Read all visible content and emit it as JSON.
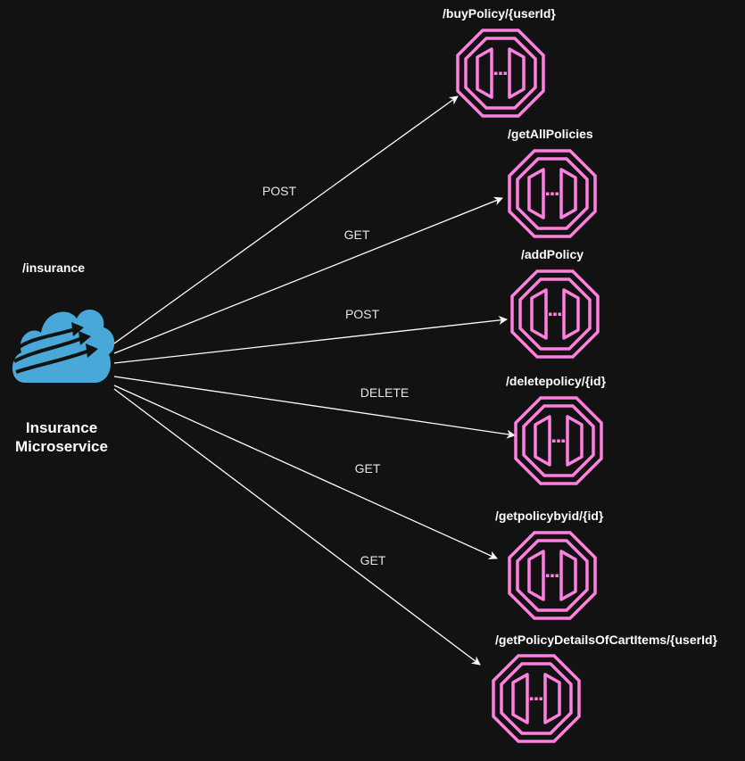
{
  "service": {
    "base_path": "/insurance",
    "name_line1": "Insurance",
    "name_line2": "Microservice",
    "icon": "cloud-microservice-icon",
    "icon_color": "#4aa8d8"
  },
  "colors": {
    "background": "#121212",
    "connector": "#ffffff",
    "endpoint": "#ff80df"
  },
  "endpoints": [
    {
      "path": "/buyPolicy/{userId}",
      "method": "POST",
      "icon": "api-gateway-icon"
    },
    {
      "path": "/getAllPolicies",
      "method": "GET",
      "icon": "api-gateway-icon"
    },
    {
      "path": "/addPolicy",
      "method": "POST",
      "icon": "api-gateway-icon"
    },
    {
      "path": "/deletepolicy/{id}",
      "method": "DELETE",
      "icon": "api-gateway-icon"
    },
    {
      "path": "/getpolicybyid/{id}",
      "method": "GET",
      "icon": "api-gateway-icon"
    },
    {
      "path": "/getPolicyDetailsOfCartItems/{userId}",
      "method": "GET",
      "icon": "api-gateway-icon"
    }
  ]
}
